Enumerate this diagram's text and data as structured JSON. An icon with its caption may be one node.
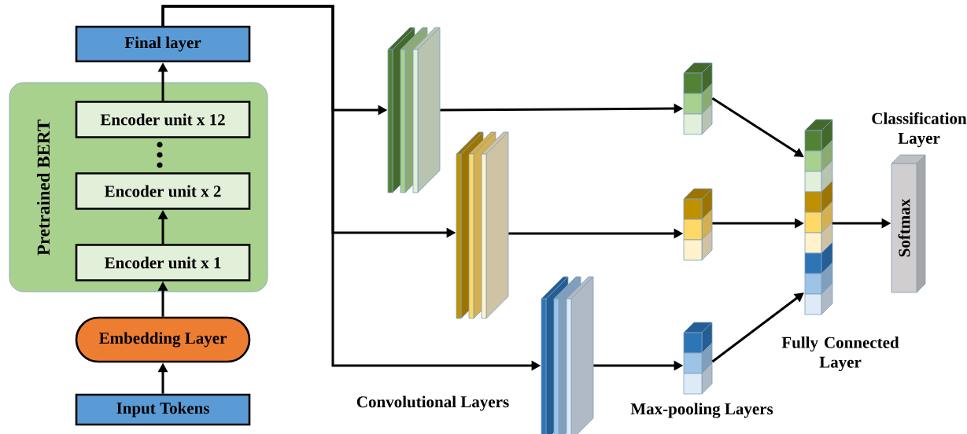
{
  "diagram": {
    "nodes": [
      {
        "text": [
          "Input Tokens"
        ]
      },
      {
        "text": [
          "Embedding Layer"
        ]
      },
      {
        "text": [
          "Pretrained BERT"
        ]
      },
      {
        "text": [
          "Encoder unit x 1"
        ],
        "in": 2
      },
      {
        "text": [
          "Encoder unit x 2"
        ],
        "in": 2
      },
      {
        "text": [
          "Encoder unit x 12"
        ],
        "in": 2
      },
      {
        "text": [
          "Final layer"
        ]
      },
      {
        "text": [],
        "shape": "box"
      },
      {
        "text": [],
        "shape": "box"
      },
      {
        "text": [],
        "shape": "box"
      },
      {
        "text": [],
        "shape": "box"
      },
      {
        "text": [],
        "shape": "box"
      },
      {
        "text": [],
        "shape": "box"
      },
      {
        "text": [],
        "shape": "bar",
        "beside": [
          "Fully Connected Layer"
        ]
      },
      {
        "text": [
          "Softmax"
        ],
        "beside": [
          "Classification Layer"
        ]
      }
    ],
    "edges": [
      {
        "from": 0,
        "to": 1,
        "arrow": "to"
      },
      {
        "from": 1,
        "to": 3,
        "arrow": "to"
      },
      {
        "from": 3,
        "to": 4,
        "arrow": "to"
      },
      {
        "from": 5,
        "to": 6,
        "arrow": "to"
      },
      {
        "from": 6,
        "to": 7,
        "arrow": "to"
      },
      {
        "from": 6,
        "to": 8,
        "arrow": "to"
      },
      {
        "from": 6,
        "to": 9,
        "arrow": "to"
      },
      {
        "from": 7,
        "to": 10,
        "arrow": "to"
      },
      {
        "from": 8,
        "to": 11,
        "arrow": "to"
      },
      {
        "from": 9,
        "to": 12,
        "arrow": "to"
      },
      {
        "from": 10,
        "to": 13,
        "arrow": "to"
      },
      {
        "from": 11,
        "to": 13,
        "arrow": "to"
      },
      {
        "from": 12,
        "to": 13,
        "arrow": "to"
      },
      {
        "from": 13,
        "to": 14,
        "arrow": "to"
      }
    ],
    "labels": [
      "Convolutional Layers",
      "Max-pooling Layers"
    ]
  }
}
